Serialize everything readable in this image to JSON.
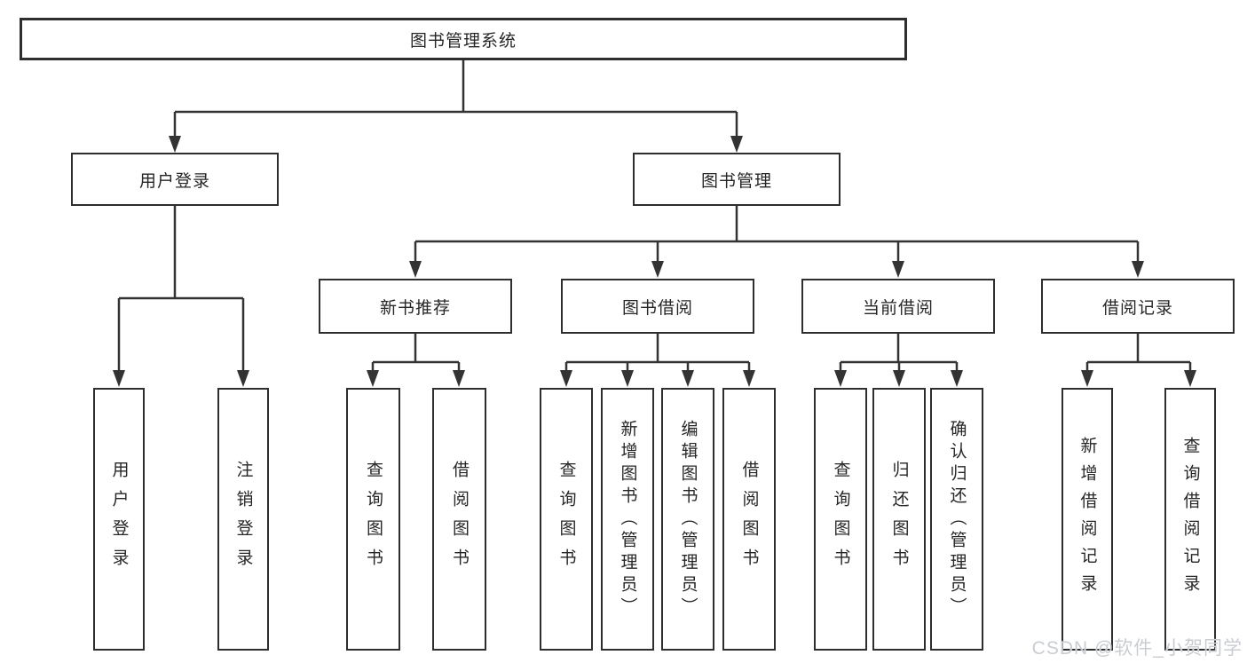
{
  "diagram": {
    "root_label": "图书管理系统",
    "level1": {
      "user_login": "用户登录",
      "book_management": "图书管理"
    },
    "level2": {
      "new_book": "新书推荐",
      "book_borrow": "图书借阅",
      "current_borrow": "当前借阅",
      "borrow_record": "借阅记录"
    },
    "leaves": {
      "login": [
        "用户登录",
        "注销登录"
      ],
      "new_book": [
        "查询图书",
        "借阅图书"
      ],
      "book_borrow": [
        "查询图书",
        "新增图书（管理员）",
        "编辑图书（管理员）",
        "借阅图书"
      ],
      "current_borrow": [
        "查询图书",
        "归还图书",
        "确认归还（管理员）"
      ],
      "borrow_record": [
        "新增借阅记录",
        "查询借阅记录"
      ]
    }
  },
  "watermark": {
    "text": "CSDN @软件_小贺同学",
    "color": "#c9cdd2"
  },
  "colors": {
    "line": "#333333",
    "box_border": "#2e2e2e",
    "text": "#262626",
    "background": "#ffffff"
  }
}
